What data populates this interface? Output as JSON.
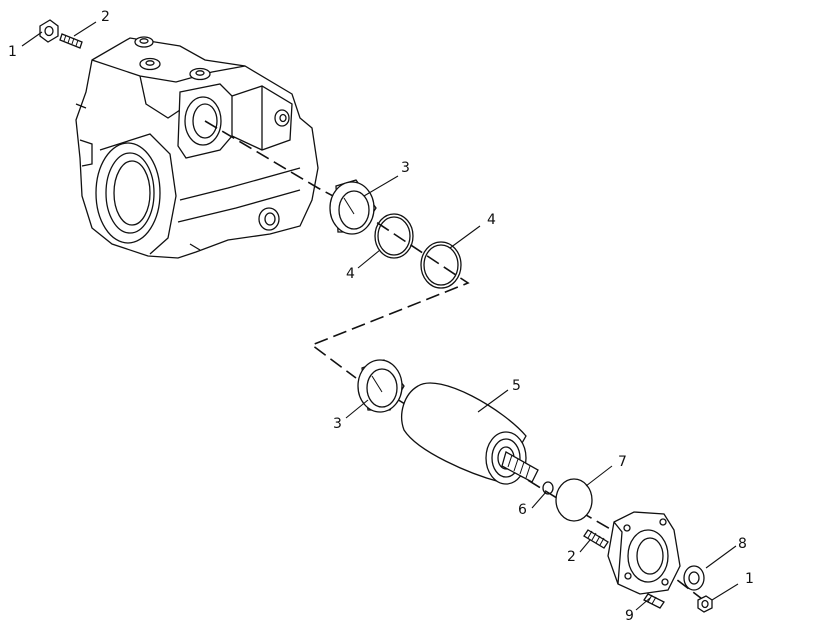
{
  "diagram": {
    "callouts": [
      {
        "id": "c1a",
        "label": "1"
      },
      {
        "id": "c2a",
        "label": "2"
      },
      {
        "id": "c3a",
        "label": "3"
      },
      {
        "id": "c4a",
        "label": "4"
      },
      {
        "id": "c4b",
        "label": "4"
      },
      {
        "id": "c3b",
        "label": "3"
      },
      {
        "id": "c5",
        "label": "5"
      },
      {
        "id": "c7",
        "label": "7"
      },
      {
        "id": "c6",
        "label": "6"
      },
      {
        "id": "c8",
        "label": "8"
      },
      {
        "id": "c2b",
        "label": "2"
      },
      {
        "id": "c1b",
        "label": "1"
      },
      {
        "id": "c9",
        "label": "9"
      }
    ]
  }
}
